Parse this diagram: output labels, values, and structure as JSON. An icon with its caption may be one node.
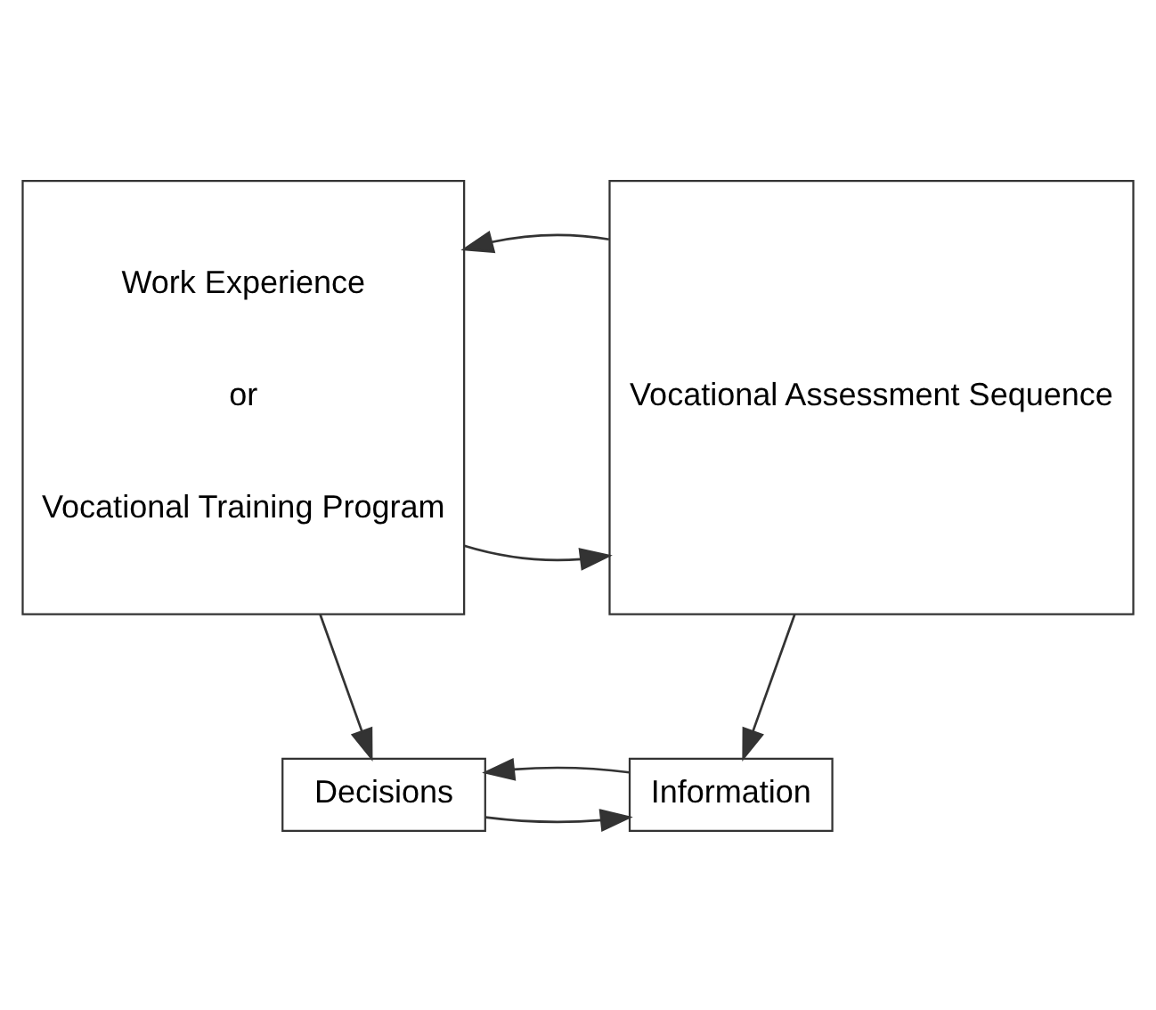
{
  "diagram": {
    "nodes": [
      {
        "text": [
          "Work Experience",
          "or",
          "Vocational Training Program"
        ]
      },
      {
        "text": [
          "Vocational Assessment Sequence"
        ]
      },
      {
        "text": [
          "Decisions"
        ]
      },
      {
        "text": [
          "Information"
        ]
      }
    ],
    "edges": [
      {
        "from": 0,
        "to": 1,
        "arrow": "to"
      },
      {
        "from": 1,
        "to": 0,
        "arrow": "to"
      },
      {
        "from": 0,
        "to": 2,
        "arrow": "to"
      },
      {
        "from": 1,
        "to": 3,
        "arrow": "to"
      },
      {
        "from": 2,
        "to": 3,
        "arrow": "to"
      },
      {
        "from": 3,
        "to": 2,
        "arrow": "to"
      }
    ]
  }
}
